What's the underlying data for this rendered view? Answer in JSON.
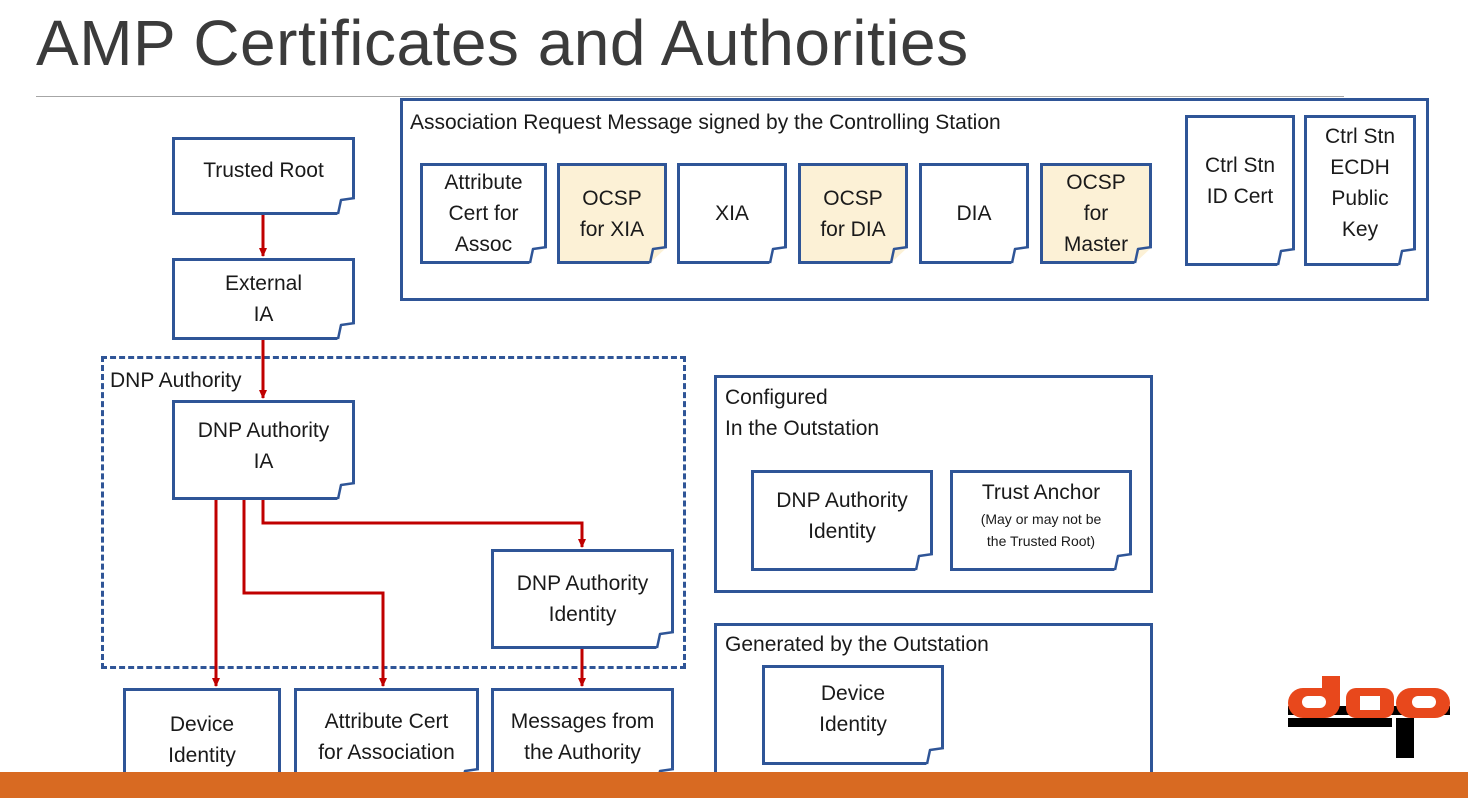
{
  "title": "AMP Certificates and Authorities",
  "colors": {
    "border": "#2f5597",
    "arrow": "#c00000",
    "ocsp_fill": "#fcf1d6",
    "bottom_bar": "#d86a22"
  },
  "request_box": {
    "label": "Association Request Message signed by the Controlling Station",
    "certs": {
      "attr": [
        "Attribute",
        "Cert for",
        "Assoc"
      ],
      "ocsp_xia": [
        "OCSP",
        "for XIA"
      ],
      "xia": [
        "XIA"
      ],
      "ocsp_dia": [
        "OCSP",
        "for DIA"
      ],
      "dia": [
        "DIA"
      ],
      "ocsp_master": [
        "OCSP",
        "for",
        "Master"
      ],
      "ctrl_id": [
        "Ctrl Stn",
        "ID Cert"
      ],
      "ctrl_ecdh": [
        "Ctrl Stn",
        "ECDH",
        "Public",
        "Key"
      ]
    }
  },
  "hierarchy": {
    "trusted_root": [
      "Trusted Root"
    ],
    "external_ia": [
      "External",
      "IA"
    ],
    "dnp_authority_label": "DNP Authority",
    "dnp_authority_ia": [
      "DNP Authority",
      "IA"
    ],
    "dnp_authority_identity": [
      "DNP Authority",
      "Identity"
    ],
    "device_identity": [
      "Device",
      "Identity"
    ],
    "attr_cert_assoc": [
      "Attribute Cert",
      "for Association"
    ],
    "messages_authority": [
      "Messages from",
      "the Authority"
    ]
  },
  "configured_box": {
    "label_lines": [
      "Configured",
      "In the Outstation"
    ],
    "dnp_identity": [
      "DNP Authority",
      "Identity"
    ],
    "trust_anchor": "Trust Anchor",
    "trust_anchor_note": [
      "(May or may not be",
      "the Trusted Root)"
    ]
  },
  "generated_box": {
    "label": "Generated by the Outstation",
    "device_identity": [
      "Device",
      "Identity"
    ]
  },
  "logo": {
    "text": "dnp"
  }
}
